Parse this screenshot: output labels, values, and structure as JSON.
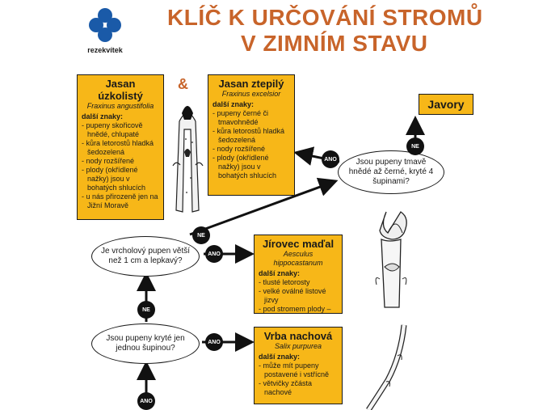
{
  "header": {
    "logo_text": "rezekvítek",
    "title_line1": "KLÍČ K URČOVÁNÍ STROMŮ",
    "title_line2": "V ZIMNÍM STAVU"
  },
  "species": {
    "jasan_uzkolisty": {
      "name": "Jasan úzkolistý",
      "latin": "Fraxinus angustifolia",
      "traits_label": "další znaky:",
      "traits": [
        "- pupeny skořicově hnědé, chlupaté",
        "- kůra letorostů hladká šedozelená",
        "- nody rozšířené",
        "- plody (okřídlené nažky) jsou v bohatých shlucích",
        "- u nás přirozeně jen na Jižní Moravě"
      ]
    },
    "ampersand": "&",
    "jasan_ztepily": {
      "name": "Jasan ztepilý",
      "latin": "Fraxinus excelsior",
      "traits_label": "další znaky:",
      "traits": [
        "- pupeny černé či tmavohnědé",
        "- kůra letorostů hladká šedozelená",
        "- nody rozšířené",
        "- plody (okřídlené nažky) jsou v bohatých shlucích"
      ]
    },
    "javory": {
      "name": "Javory"
    },
    "jirovec": {
      "name": "Jírovec maďal",
      "latin": "Aesculus hippocastanum",
      "traits_label": "další znaky:",
      "traits": [
        "- tlusté letorosty",
        "- velké oválné listové jizvy",
        "- pod stromem plody – kaštany"
      ]
    },
    "vrba": {
      "name": "Vrba nachová",
      "latin": "Salix purpurea",
      "traits_label": "další znaky:",
      "traits": [
        "- může mít pupeny postavené i vstřícně",
        "- větvičky zčásta nachové"
      ]
    }
  },
  "questions": {
    "q_tmave": "Jsou pupeny tmavě hnědé až černé, kryté 4 šupinami?",
    "q_vrcholovy": "Je vrcholový pupen větší než 1 cm a lepkavý?",
    "q_jednou": "Jsou pupeny kryté jen jednou šupinou?"
  },
  "badges": {
    "ano": "ANO",
    "ne": "NE"
  },
  "colors": {
    "title": "#c8642a",
    "box": "#f7b718",
    "logo": "#1a5aa8"
  }
}
